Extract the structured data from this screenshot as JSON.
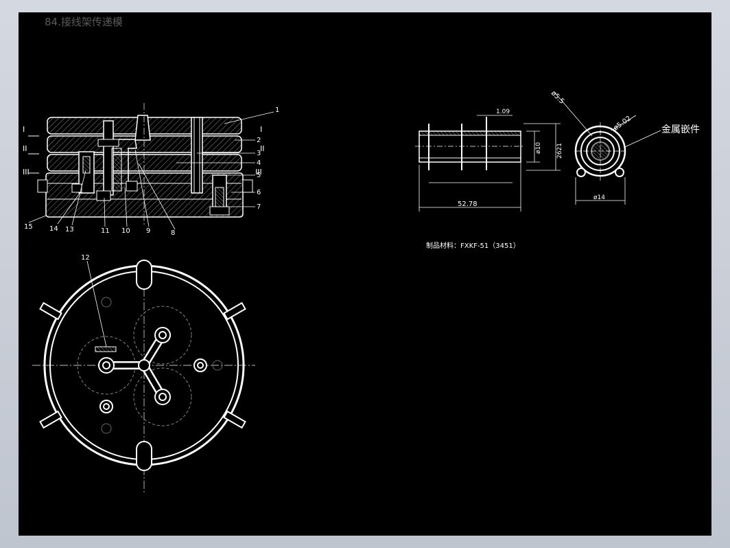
{
  "drawing": {
    "title": "84.接线架传递模",
    "material_note": "制品材料：FXKF-51（3451）",
    "insert_label": "金属嵌件"
  },
  "section_labels": {
    "i": "I",
    "ii": "II",
    "iii": "III"
  },
  "part_numbers": {
    "p1": "1",
    "p2": "2",
    "p3": "3",
    "p4": "4",
    "p5": "5",
    "p6": "6",
    "p7": "7",
    "p8": "8",
    "p9": "9",
    "p10": "10",
    "p11": "11",
    "p12": "12",
    "p13": "13",
    "p14": "14",
    "p15": "15"
  },
  "dimensions": {
    "top_offset": "1.09",
    "length": "52.78",
    "dia_outer": "ø14",
    "dia_10": "ø10",
    "dia_2621": "2621",
    "dia_55": "ø5.5",
    "dia_502": "ø5.02"
  },
  "colors": {
    "background": "#000000",
    "lines": "#ffffff",
    "hatch": "#9a9a9a",
    "title": "#5a5a5a"
  }
}
